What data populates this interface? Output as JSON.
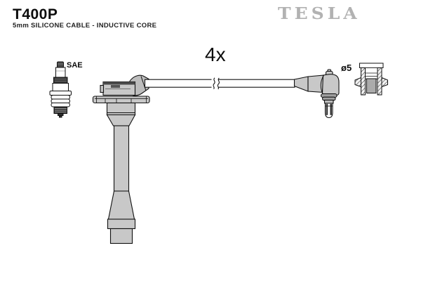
{
  "header": {
    "part_number": "T400P",
    "description": "5mm SILICONE CABLE - INDUCTIVE CORE"
  },
  "brand": {
    "name": "TESLA",
    "logo_color": "#b2b2b2"
  },
  "labels": {
    "spark_plug_standard": "SAE",
    "quantity": "4x",
    "terminal_diameter": "ø5"
  },
  "figures": {
    "spark_plug": "spark-plug-reference-icon",
    "cable_assembly": "ignition-cable-with-coil-boot-and-plug-boot",
    "terminal_cap": "terminal-cap-cross-section"
  },
  "colors": {
    "background": "#ffffff",
    "line": "#111111",
    "fill_gray": "#c8c8c8",
    "dark_gray": "#3a3a3a",
    "text": "#0d0d0d"
  }
}
